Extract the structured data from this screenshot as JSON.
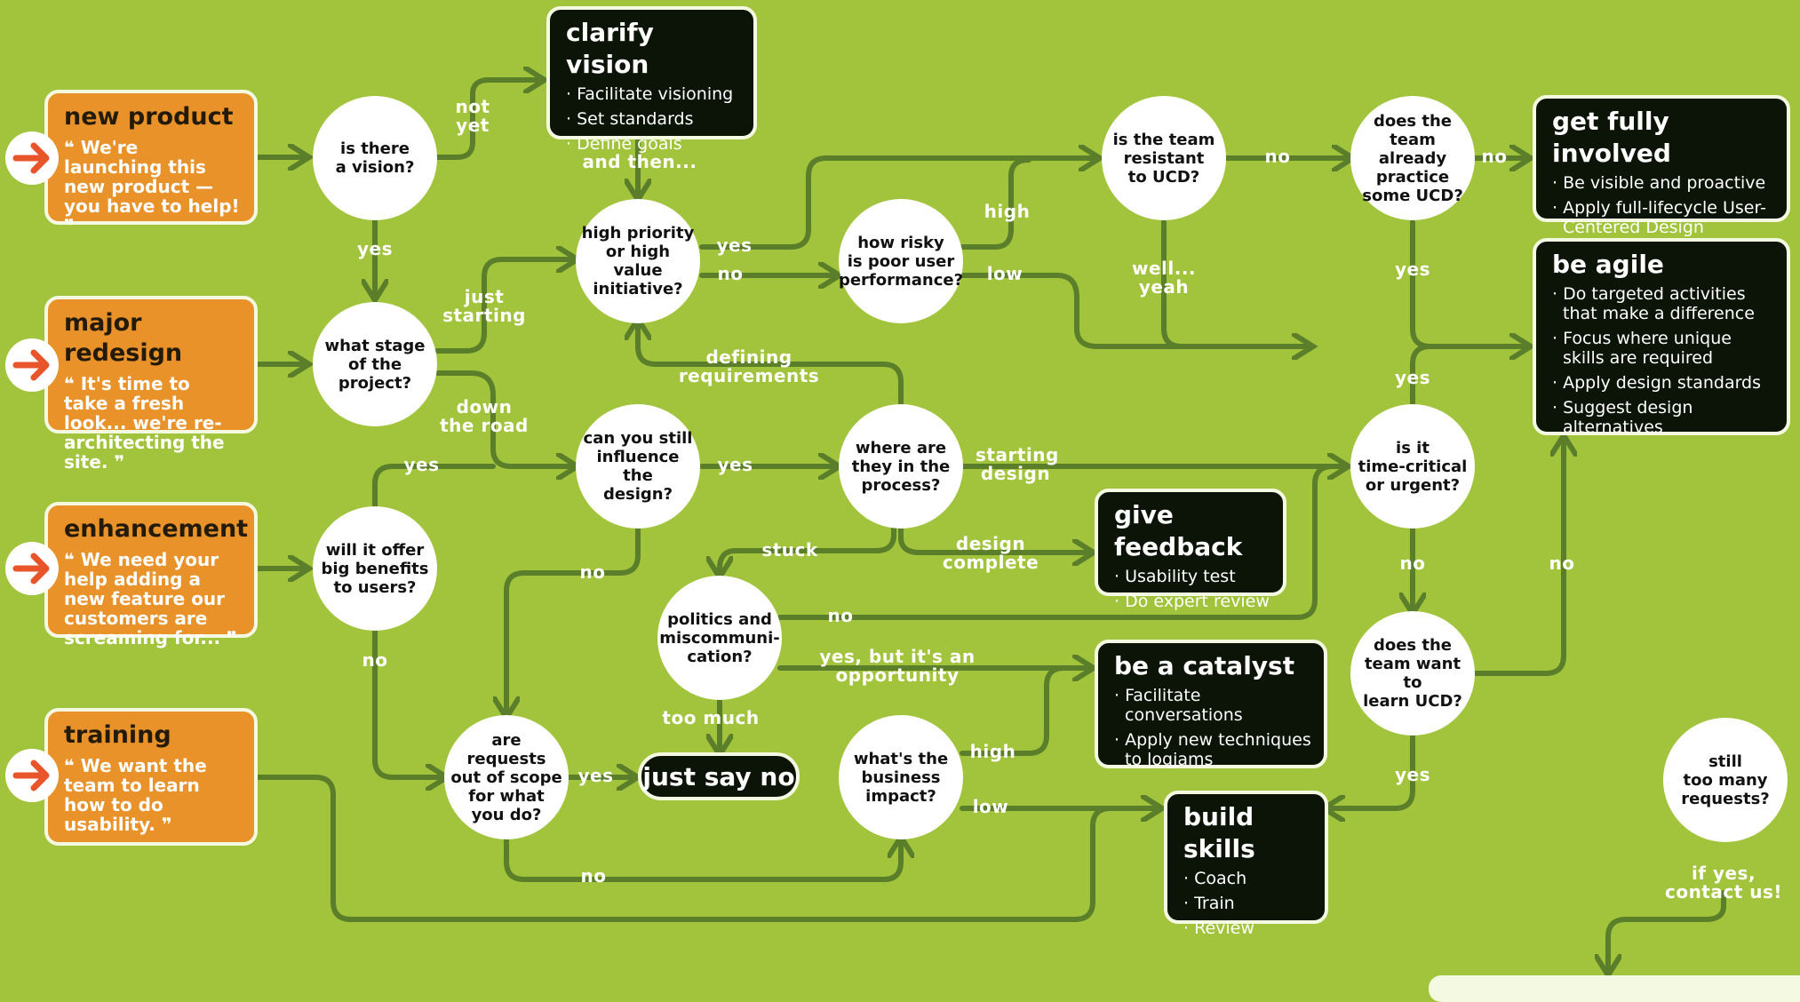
{
  "colors": {
    "background": "#a2c43c",
    "line": "#5a7e2a",
    "start_box": "#e9922a",
    "action_box": "#0c1408",
    "entry_arrow": "#e9552b"
  },
  "starts": [
    {
      "title": "new product",
      "quote": "We're launching this new product — you have to help!"
    },
    {
      "title": "major redesign",
      "quote": "It's time to take a fresh look... we're re-architecting the site."
    },
    {
      "title": "enhancement",
      "quote": "We need your help adding a new feature our customers are screaming for..."
    },
    {
      "title": "training",
      "quote": "We want the team to learn how to do usability."
    }
  ],
  "quote_open": "❝",
  "quote_close": "❞",
  "questions": {
    "vision": "is there\na vision?",
    "stage": "what stage\nof the\nproject?",
    "benefits": "will it offer\nbig benefits\nto users?",
    "priority": "high priority\nor high value\ninitiative?",
    "influence": "can you still\ninfluence the\ndesign?",
    "scope": "are requests\nout of scope\nfor what\nyou do?",
    "risky": "how risky\nis poor user\nperformance?",
    "process": "where are\nthey in the\nprocess?",
    "politics": "politics and\nmiscommuni-\ncation?",
    "impact": "what's the\nbusiness\nimpact?",
    "resistant": "is the team\nresistant\nto UCD?",
    "practice": "does the\nteam already\npractice\nsome UCD?",
    "critical": "is it\ntime-critical\nor urgent?",
    "learn": "does the\nteam want to\nlearn UCD?",
    "toomany": "still\ntoo many\nrequests?"
  },
  "boxes": {
    "clarify": {
      "title": "clarify vision",
      "items": [
        "Facilitate visioning",
        "Set standards",
        "Define goals"
      ]
    },
    "involved": {
      "title": "get fully involved",
      "items": [
        "Be visible and proactive",
        "Apply full-lifecycle User-Centered Design"
      ]
    },
    "agile": {
      "title": "be agile",
      "items": [
        "Do targeted activities that make a difference",
        "Focus where unique skills are required",
        "Apply design standards",
        "Suggest design alternatives"
      ]
    },
    "feedback": {
      "title": "give feedback",
      "items": [
        "Usability test",
        "Do expert review"
      ]
    },
    "catalyst": {
      "title": "be a catalyst",
      "items": [
        "Facilitate conversations",
        "Apply new techniques to logjams"
      ]
    },
    "skills": {
      "title": "build skills",
      "items": [
        "Coach",
        "Train",
        "Review"
      ]
    }
  },
  "just_say_no": "just say no",
  "labels": {
    "not_yet": "not yet",
    "and_then": "and then...",
    "yes_vision": "yes",
    "just_starting": "just\nstarting",
    "down_road": "down\nthe road",
    "yes_benefits": "yes",
    "no_benefits": "no",
    "yes_priority": "yes",
    "no_priority": "no",
    "defining": "defining\nrequirements",
    "yes_influence": "yes",
    "no_influence": "no",
    "high_risk": "high",
    "low_risk": "low",
    "no_resistant": "no",
    "well_yeah": "well... yeah",
    "no_practice": "no",
    "yes_practice": "yes",
    "starting_design": "starting\ndesign",
    "design_complete": "design\ncomplete",
    "stuck": "stuck",
    "no_politics": "no",
    "yes_but": "yes, but it's an\nopportunity",
    "too_much": "too much",
    "yes_scope": "yes",
    "no_scope": "no",
    "high_impact": "high",
    "low_impact": "low",
    "yes_critical": "yes",
    "no_critical": "no",
    "no_learn": "no",
    "yes_learn": "yes",
    "if_yes": "if yes,\ncontact us!"
  }
}
